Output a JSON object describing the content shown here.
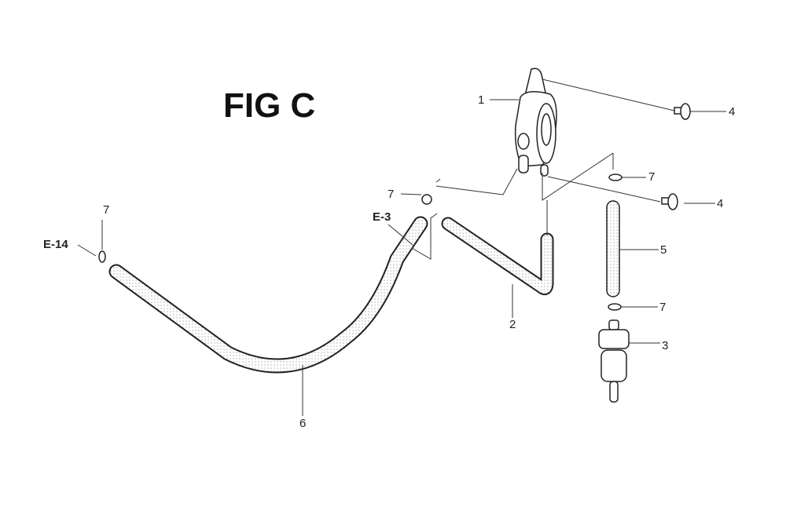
{
  "title": "FIG C",
  "callouts": {
    "p1": "1",
    "p2": "2",
    "p3": "3",
    "p4a": "4",
    "p4b": "4",
    "p5": "5",
    "p6": "6",
    "p7a": "7",
    "p7b": "7",
    "p7c": "7",
    "p7d": "7"
  },
  "references": {
    "e14": "E-14",
    "e3": "E-3"
  }
}
